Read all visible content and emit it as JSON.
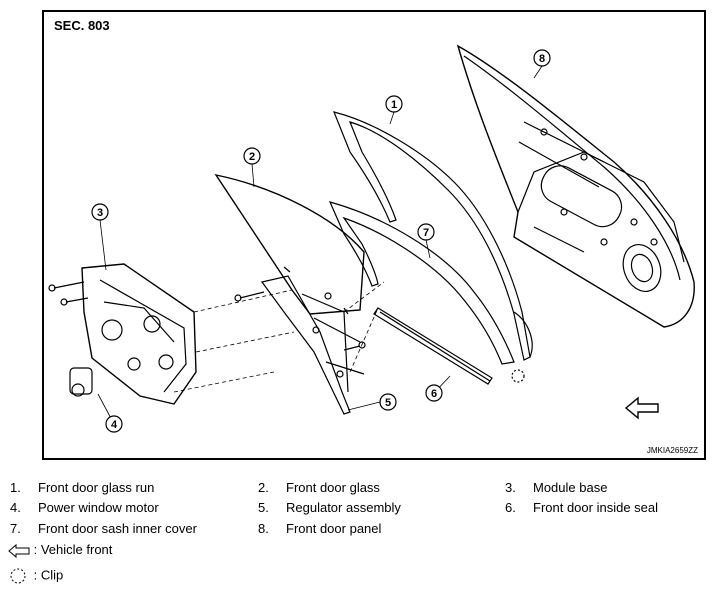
{
  "diagram": {
    "section": "SEC. 803",
    "image_code": "JMKIA2659ZZ",
    "callouts": [
      "1",
      "2",
      "3",
      "4",
      "5",
      "6",
      "7",
      "8"
    ]
  },
  "legend": [
    {
      "num": "1.",
      "label": "Front door glass run"
    },
    {
      "num": "2.",
      "label": "Front door glass"
    },
    {
      "num": "3.",
      "label": "Module base"
    },
    {
      "num": "4.",
      "label": "Power window motor"
    },
    {
      "num": "5.",
      "label": "Regulator assembly"
    },
    {
      "num": "6.",
      "label": "Front door inside seal"
    },
    {
      "num": "7.",
      "label": "Front door sash inner cover"
    },
    {
      "num": "8.",
      "label": "Front door panel"
    }
  ],
  "symbols": {
    "vehicle_front": ": Vehicle front",
    "clip": ": Clip"
  }
}
